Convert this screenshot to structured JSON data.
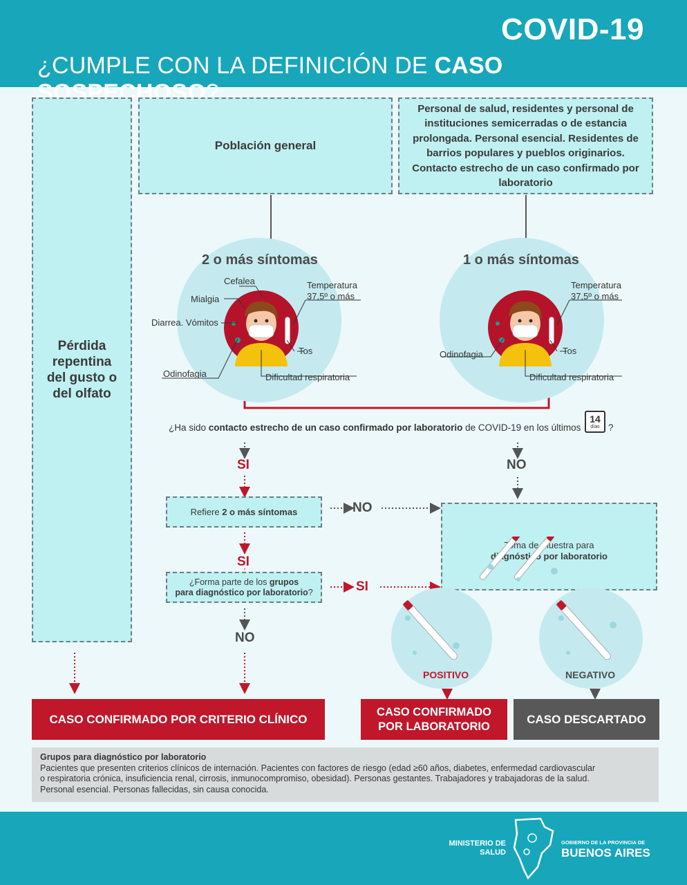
{
  "header": {
    "covid": "COVID-19",
    "question_pre": "¿CUMPLE CON LA DEFINICIÓN DE ",
    "question_bold": "CASO SOSPECHOSO",
    "question_post": "?"
  },
  "left_box": "Pérdida repentina del gusto o del olfato",
  "general_box": "Población general",
  "special_box": "Personal de salud, residentes y personal de instituciones semicerradas o de estancia prolongada. Personal esencial. Residentes de barrios populares y pueblos originarios. Contacto estrecho de un caso confirmado por laboratorio",
  "left_circle": {
    "title": "2 o más síntomas",
    "labels": {
      "cefalea": "Cefalea",
      "mialgia": "Mialgia",
      "diarrea": "Diarrea. Vómitos",
      "odinofagia": "Odinofagia",
      "temp1": "Temperatura",
      "temp2": "37,5º o más",
      "tos": "Tos",
      "dificultad": "Dificultad respiratoria"
    }
  },
  "right_circle": {
    "title": "1 o más síntomas",
    "labels": {
      "temp1": "Temperatura",
      "temp2": "37,5º o más",
      "odinofagia": "Odinofagia",
      "tos": "Tos",
      "dificultad": "Dificultad respiratoria"
    }
  },
  "contact_question": {
    "pre": "¿Ha sido ",
    "bold": "contacto estrecho de un caso confirmado por laboratorio",
    "post": " de COVID-19 en los últimos",
    "days_num": "14",
    "days_word": "días",
    "end": "?"
  },
  "flow": {
    "si1": "SI",
    "no1": "NO",
    "refiere_pre": "Refiere ",
    "refiere_bold": "2 o más síntomas",
    "no2": "NO",
    "si2": "SI",
    "grupos_pre": "¿Forma parte de los ",
    "grupos_bold1": "grupos",
    "grupos_bold2": "para diagnóstico por laboratorio",
    "grupos_end": "?",
    "si3": "SI",
    "no3": "NO",
    "muestra_pre": "Toma de muestra para",
    "muestra_bold": "diagnóstico por laboratorio",
    "positivo": "POSITIVO",
    "negativo": "NEGATIVO"
  },
  "results": {
    "clinico": "CASO CONFIRMADO POR CRITERIO CLÍNICO",
    "laboratorio_1": "CASO CONFIRMADO",
    "laboratorio_2": "POR LABORATORIO",
    "descartado": "CASO DESCARTADO"
  },
  "notes": {
    "title": "Grupos para diagnóstico por laboratorio",
    "line1": "Pacientes que presenten criterios clínicos de internación. Pacientes con factores de riesgo (edad ≥60 años, diabetes, enfermedad cardiovascular",
    "line2": "o respiratoria crónica, insuficiencia renal, cirrosis, inmunocompromiso, obesidad). Personas gestantes. Trabajadores y trabajadoras de la salud.",
    "line3": "Personal esencial. Personas fallecidas, sin causa conocida."
  },
  "footer": {
    "ministerio_1": "MINISTERIO DE",
    "ministerio_2": "SALUD",
    "gobierno_1": "GOBIERNO DE LA PROVINCIA DE",
    "gobierno_2": "BUENOS AIRES"
  },
  "colors": {
    "teal": "#18a6bb",
    "box": "#bff0f2",
    "red": "#c0172b",
    "gray": "#585858"
  }
}
